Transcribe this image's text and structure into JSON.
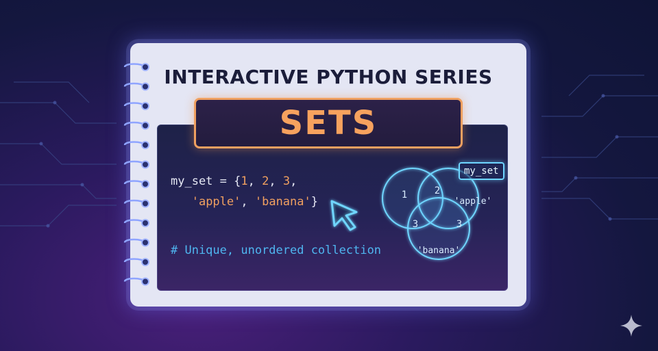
{
  "header": {
    "series_title": "INTERACTIVE PYTHON SERIES",
    "topic": "SETS"
  },
  "code": {
    "line1": {
      "prefix": "my_set = {",
      "v1": "1",
      "sep1": ", ",
      "v2": "2",
      "sep2": ", ",
      "v3": "3",
      "tail": ","
    },
    "line2": {
      "indent": "   ",
      "s1": "'apple'",
      "sep": ", ",
      "s2": "'banana'",
      "close": "}"
    },
    "comment": "# Unique, unordered collection"
  },
  "venn": {
    "label": "my_set",
    "regions": {
      "left": "1",
      "top_overlap": "2",
      "right": "'apple'",
      "bottom_left_overlap": "3",
      "bottom_right_overlap": "3",
      "bottom": "'banana'"
    }
  },
  "colors": {
    "accent_orange": "#f7a25e",
    "glow_cyan": "#6fd6ff",
    "comment_blue": "#4fb6f0",
    "title_dark": "#1b1d3a"
  }
}
